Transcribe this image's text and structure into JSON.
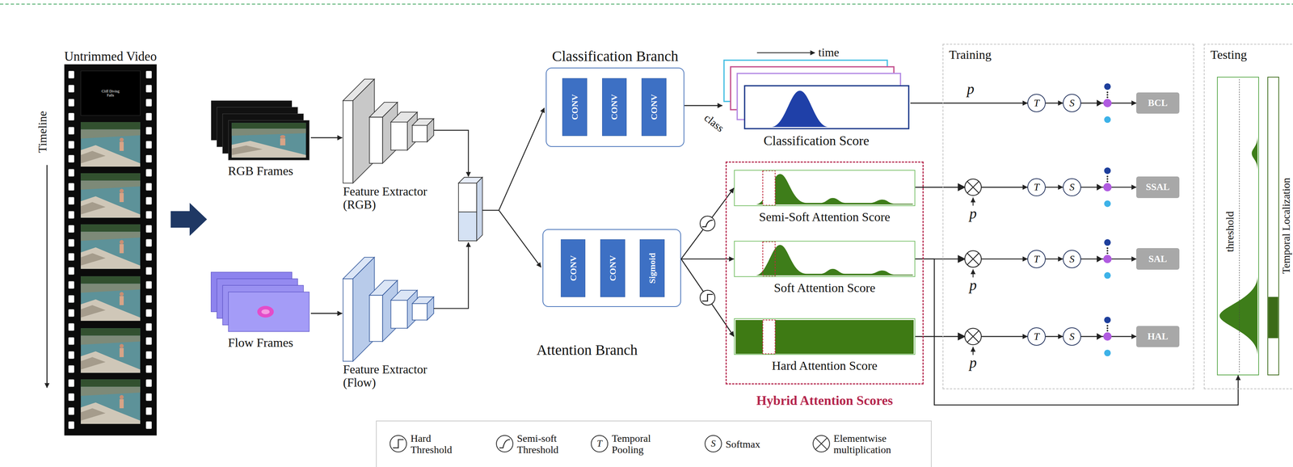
{
  "diagram": {
    "nodes": [
      {
        "text": [
          "Untrimmed Video"
        ]
      },
      {
        "text": [
          "RGB Frames"
        ]
      },
      {
        "text": [
          "Flow Frames"
        ]
      },
      {
        "text": [
          "Feature Extractor (RGB)"
        ]
      },
      {
        "text": [
          "Feature Extractor (Flow)"
        ]
      },
      {
        "text": [
          "Classification Branch"
        ]
      },
      {
        "text": [
          "CONV"
        ],
        "in": 5
      },
      {
        "text": [
          "CONV"
        ],
        "in": 5
      },
      {
        "text": [
          "CONV"
        ],
        "in": 5
      },
      {
        "text": [
          "Attention Branch"
        ]
      },
      {
        "text": [
          "CONV"
        ],
        "in": 9
      },
      {
        "text": [
          "CONV"
        ],
        "in": 9
      },
      {
        "text": [
          "Sigmoid"
        ],
        "in": 9
      },
      {
        "text": [
          "Classification Score"
        ]
      },
      {
        "text": [
          "Hybrid Attention Scores"
        ]
      },
      {
        "text": [
          "Semi-Soft Attention Score"
        ],
        "in": 14
      },
      {
        "text": [
          "Soft Attention Score"
        ],
        "in": 14
      },
      {
        "text": [
          "Hard Attention Score"
        ],
        "in": 14
      },
      {
        "text": [
          "Training"
        ]
      },
      {
        "text": [
          "T"
        ],
        "in": 18
      },
      {
        "text": [
          "S"
        ],
        "in": 18
      },
      {
        "text": [
          "BCL"
        ],
        "in": 18
      },
      {
        "text": [
          "T"
        ],
        "in": 18
      },
      {
        "text": [
          "S"
        ],
        "in": 18
      },
      {
        "text": [
          "SSAL"
        ],
        "in": 18
      },
      {
        "text": [
          "T"
        ],
        "in": 18
      },
      {
        "text": [
          "S"
        ],
        "in": 18
      },
      {
        "text": [
          "SAL"
        ],
        "in": 18
      },
      {
        "text": [
          "T"
        ],
        "in": 18
      },
      {
        "text": [
          "S"
        ],
        "in": 18
      },
      {
        "text": [
          "HAL"
        ],
        "in": 18
      },
      {
        "text": [
          "Testing"
        ]
      },
      {
        "text": [
          "threshold"
        ],
        "in": 31
      },
      {
        "text": [
          "Temporal Localization"
        ],
        "in": 31
      }
    ],
    "edges": [
      {
        "from": 1,
        "to": 3,
        "arrow": "to"
      },
      {
        "from": 2,
        "to": 4,
        "arrow": "to"
      },
      {
        "from": 6,
        "to": 7,
        "arrow": "to"
      },
      {
        "from": 7,
        "to": 8,
        "arrow": "to"
      },
      {
        "from": 10,
        "to": 11,
        "arrow": "to"
      },
      {
        "from": 11,
        "to": 12,
        "arrow": "to"
      },
      {
        "from": 5,
        "to": 13,
        "arrow": "to"
      },
      {
        "from": 9,
        "to": 15,
        "arrow": "to"
      },
      {
        "from": 9,
        "to": 16,
        "arrow": "to"
      },
      {
        "from": 9,
        "to": 17,
        "arrow": "to"
      },
      {
        "from": 13,
        "to": 19,
        "arrow": "to"
      },
      {
        "from": 19,
        "to": 20,
        "arrow": "to"
      },
      {
        "from": 20,
        "to": 21,
        "arrow": "to"
      },
      {
        "from": 15,
        "to": 22,
        "arrow": "to"
      },
      {
        "from": 22,
        "to": 23,
        "arrow": "to"
      },
      {
        "from": 23,
        "to": 24,
        "arrow": "to"
      },
      {
        "from": 16,
        "to": 25,
        "arrow": "to"
      },
      {
        "from": 25,
        "to": 26,
        "arrow": "to"
      },
      {
        "from": 26,
        "to": 27,
        "arrow": "to"
      },
      {
        "from": 17,
        "to": 28,
        "arrow": "to"
      },
      {
        "from": 28,
        "to": 29,
        "arrow": "to"
      },
      {
        "from": 29,
        "to": 30,
        "arrow": "to"
      },
      {
        "from": 16,
        "to": 32,
        "arrow": "to"
      }
    ],
    "labels": [
      "Cliff Diving Falls",
      "Timeline",
      "time",
      "class",
      "p",
      "p",
      "p",
      "p",
      "T",
      "S"
    ],
    "legend": [
      {
        "text": "Hard Threshold"
      },
      {
        "text": "Semi-soft Threshold"
      },
      {
        "text": "Temporal Pooling"
      },
      {
        "text": "Softmax"
      },
      {
        "text": "Elementwise multiplication"
      }
    ]
  }
}
